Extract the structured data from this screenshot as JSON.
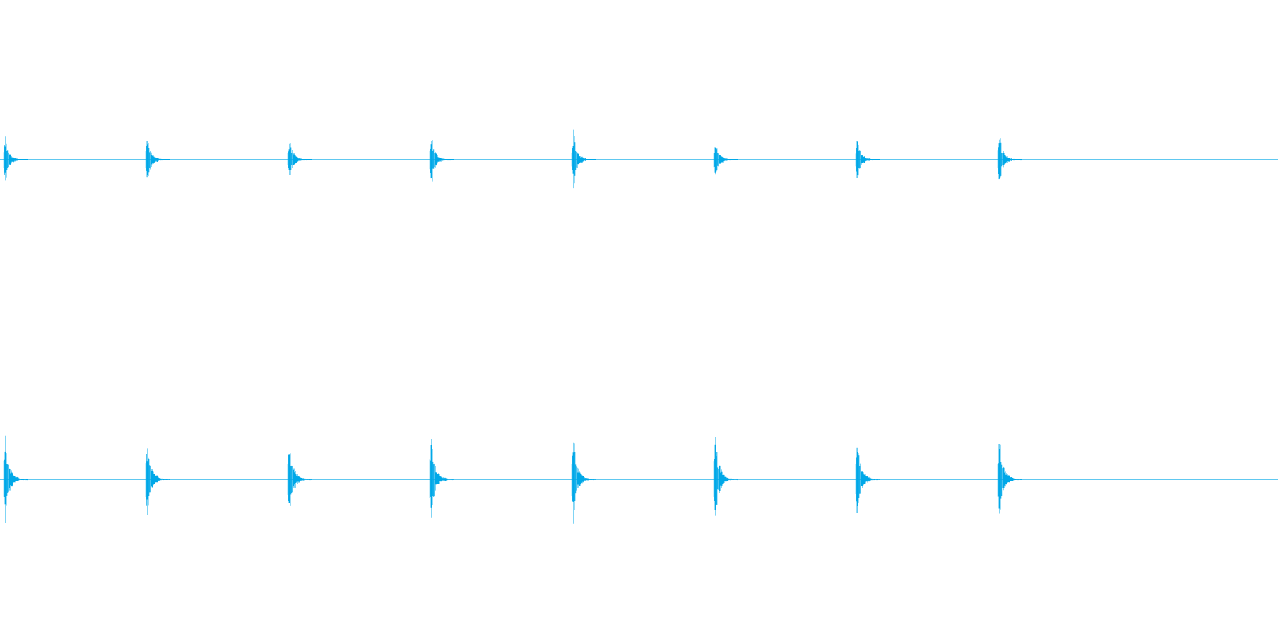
{
  "waveform": {
    "color": "#00a8e8",
    "background": "#ffffff",
    "channel_count": 2,
    "burst_count": 8,
    "channels": [
      {
        "id": "channel-1",
        "relative_peak_amplitude": [
          0.32,
          0.36,
          0.33,
          0.34,
          0.38,
          0.3,
          0.33,
          0.36
        ]
      },
      {
        "id": "channel-2",
        "relative_peak_amplitude": [
          0.62,
          0.62,
          0.58,
          0.62,
          0.6,
          0.65,
          0.56,
          0.63
        ]
      }
    ]
  }
}
